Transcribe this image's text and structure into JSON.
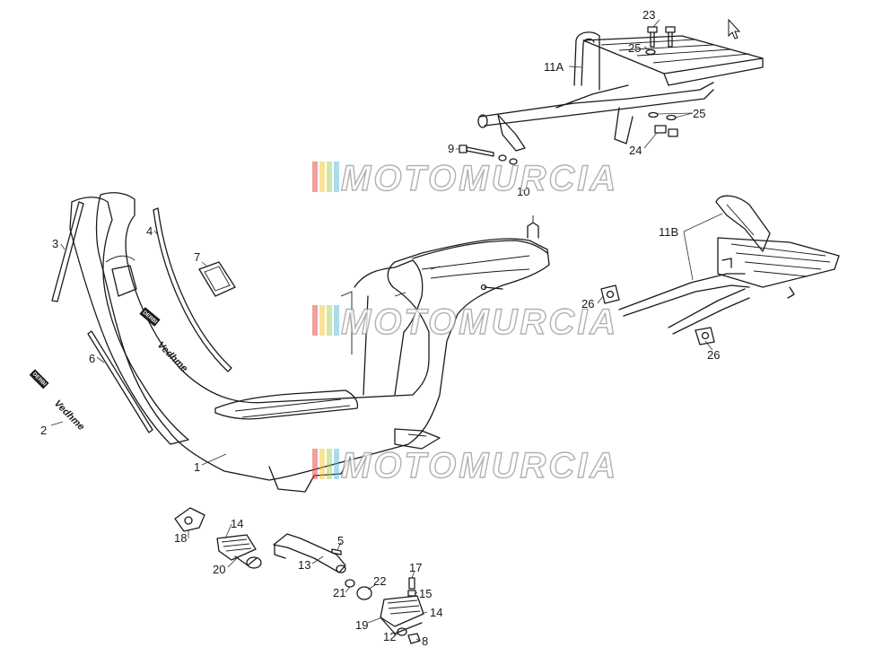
{
  "callouts": {
    "c1": "1",
    "c2": "2",
    "c3": "3",
    "c4": "4",
    "c5": "5",
    "c6": "6",
    "c7": "7",
    "c8": "8",
    "c9": "9",
    "c10": "10",
    "c11a": "11A",
    "c11b": "11B",
    "c12": "12",
    "c13": "13",
    "c14a": "14",
    "c14b": "14",
    "c15": "15",
    "c17": "17",
    "c18": "18",
    "c19": "19",
    "c20": "20",
    "c21": "21",
    "c22": "22",
    "c23": "23",
    "c24": "24",
    "c25a": "25",
    "c25b": "25",
    "c26a": "26",
    "c26b": "26"
  },
  "decals": {
    "model_script": "Vedhme",
    "brand_badge": "DERBI"
  },
  "watermark": {
    "text": "MOTOMURCIA",
    "logo_colors": [
      "#e23b3b",
      "#f2c230",
      "#9ccf4a",
      "#58b7e0"
    ]
  },
  "cursor_icon": "arrow-cursor-icon"
}
